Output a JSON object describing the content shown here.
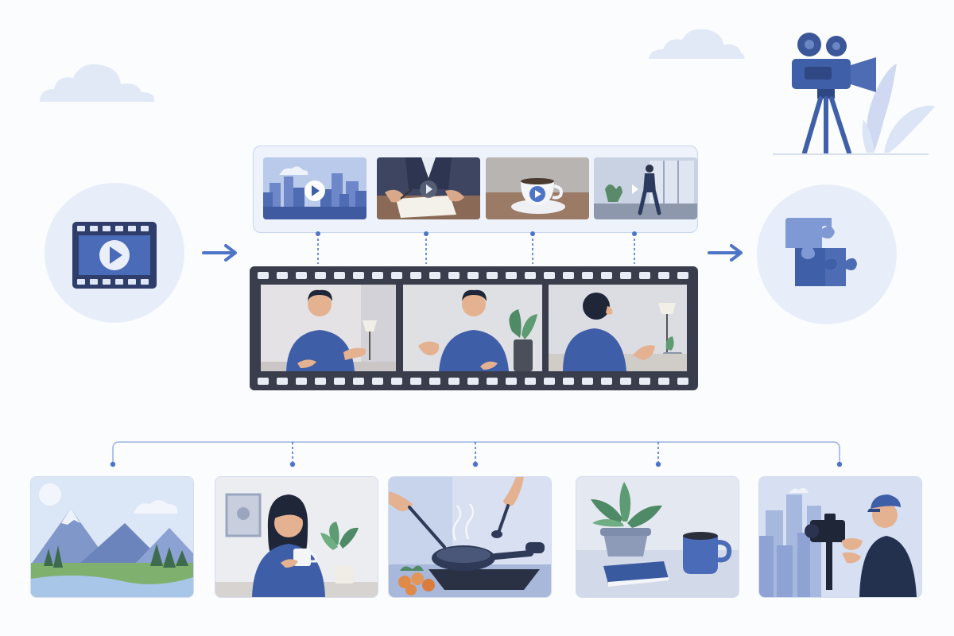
{
  "diagram": {
    "source_icon": "video-play-icon",
    "target_icon": "puzzle-pieces-icon",
    "decor_icon": "film-camera-icon",
    "arrow_icon": "right-arrow-icon",
    "colors": {
      "primary": "#3f5fa8",
      "dark": "#34394a",
      "light": "#e8eef9",
      "accent": "#4d74c7"
    },
    "top_thumbnails": [
      {
        "subject": "city-skyline",
        "icon": "play-icon"
      },
      {
        "subject": "signing-document",
        "icon": "play-icon"
      },
      {
        "subject": "coffee-cup",
        "icon": "play-icon"
      },
      {
        "subject": "person-walking",
        "icon": "play-icon"
      }
    ],
    "film_frames": [
      {
        "subject": "man-talking-front"
      },
      {
        "subject": "man-gesturing"
      },
      {
        "subject": "man-from-behind"
      }
    ],
    "bottom_scenes": [
      {
        "subject": "mountain-landscape"
      },
      {
        "subject": "woman-with-mug"
      },
      {
        "subject": "cooking-pan"
      },
      {
        "subject": "plant-and-cup"
      },
      {
        "subject": "videographer-city"
      }
    ]
  }
}
